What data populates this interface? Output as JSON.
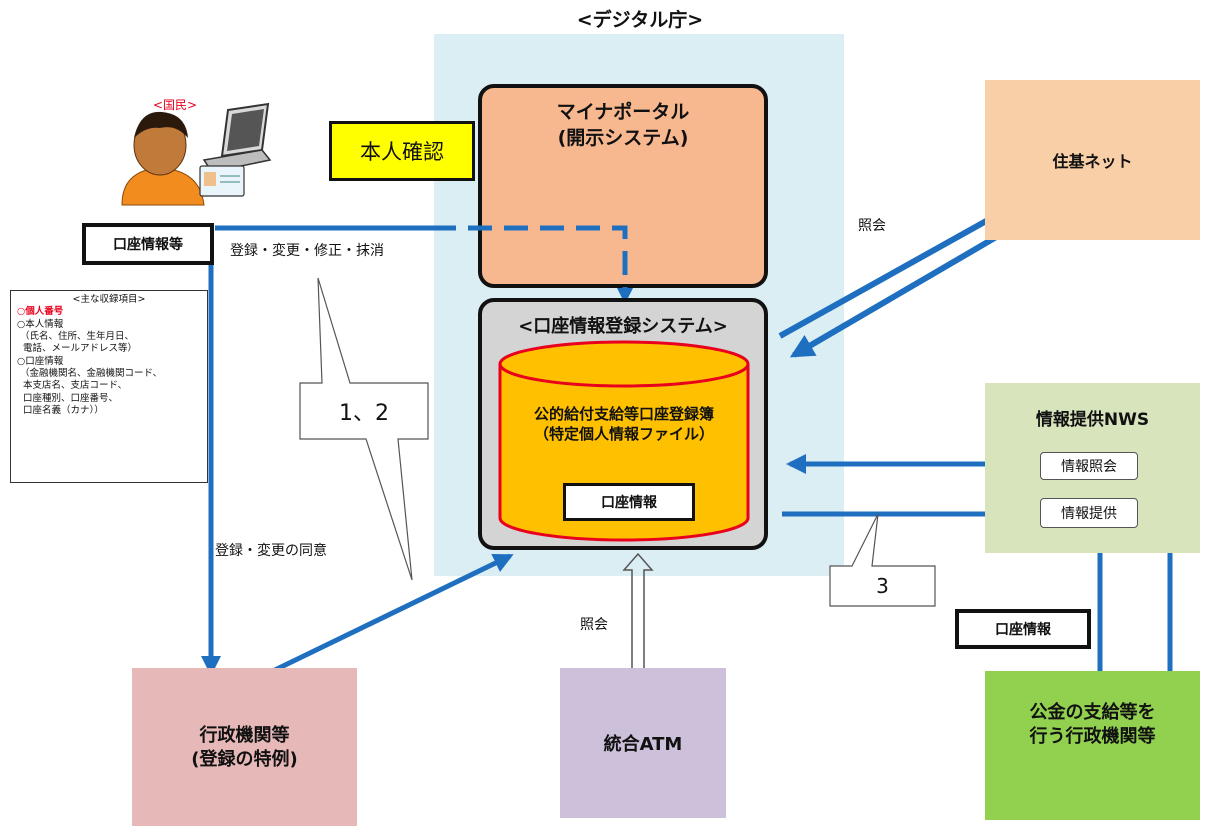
{
  "digital_agency": {
    "title": "<デジタル庁>"
  },
  "portal": {
    "name": "マイナポータル\n(開示システム)"
  },
  "honnin_kakunin": {
    "label": "本人確認"
  },
  "jukinet": {
    "label": "住基ネット"
  },
  "registration_system": {
    "title": "<口座情報登録システム>",
    "database": {
      "label": "公的給付支給等口座登録簿\n（特定個人情報ファイル）",
      "badge": "口座情報"
    }
  },
  "citizen": {
    "label": "<国民>",
    "account_box": "口座情報等",
    "items": {
      "title": "<主な収録項目>",
      "lines": [
        {
          "text": "○個人番号",
          "red": true
        },
        {
          "text": "○本人情報",
          "red": false
        },
        {
          "text": " （氏名、住所、生年月日、",
          "red": false
        },
        {
          "text": "  電話、メールアドレス等）",
          "red": false
        },
        {
          "text": "○口座情報",
          "red": false
        },
        {
          "text": " （金融機関名、金融機関コード、",
          "red": false
        },
        {
          "text": "  本支店名、支店コード、",
          "red": false
        },
        {
          "text": "  口座種別、口座番号、",
          "red": false
        },
        {
          "text": "  口座名義（カナ））",
          "red": false
        }
      ]
    }
  },
  "labels": {
    "registration": "登録・変更・修正・抹消",
    "consent": "登録・変更の同意",
    "inquiry_top": "照会",
    "inquiry_bottom": "照会"
  },
  "callouts": {
    "one_two": "1、2",
    "three": "3"
  },
  "gyosei": {
    "label": "行政機関等\n(登録の特例)"
  },
  "atm": {
    "label": "統合ATM"
  },
  "nws": {
    "title": "情報提供NWS",
    "inquiry_button": "情報照会",
    "provide_button": "情報提供"
  },
  "account_info_right": {
    "label": "口座情報"
  },
  "public_funds": {
    "label": "公金の支給等を\n行う行政機関等"
  },
  "colors": {
    "arrow_blue": "#1f6fc0",
    "digital_zone": "#dbeef4",
    "portal_fill": "#f7b88f",
    "honnin_yellow": "#ffff00",
    "jukinet_fill": "#f9cfa8",
    "db_fill": "#ffc000",
    "db_border": "#e8001c",
    "gyosei_fill": "#e6b8b7",
    "atm_fill": "#ccc0da",
    "nws_fill": "#d7e4bc",
    "kokin_fill": "#92d050"
  }
}
